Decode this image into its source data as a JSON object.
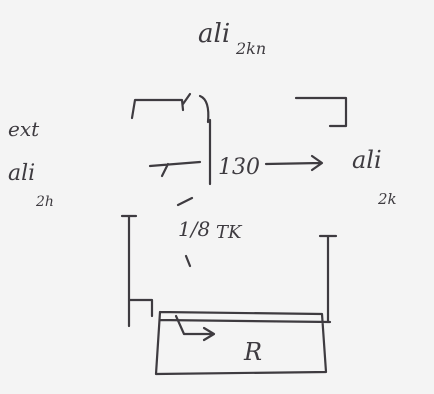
{
  "diagram": {
    "top_label": {
      "main": "ali",
      "sub": "2kn"
    },
    "left_label": {
      "line1": "ext",
      "line2": "ali",
      "line3": "2h"
    },
    "right_label": {
      "main": "ali",
      "sub": "2k"
    },
    "center_value": "130",
    "middle_label": {
      "lower_box": "1/8",
      "box_text": "TK"
    },
    "bottom_label": "R"
  }
}
